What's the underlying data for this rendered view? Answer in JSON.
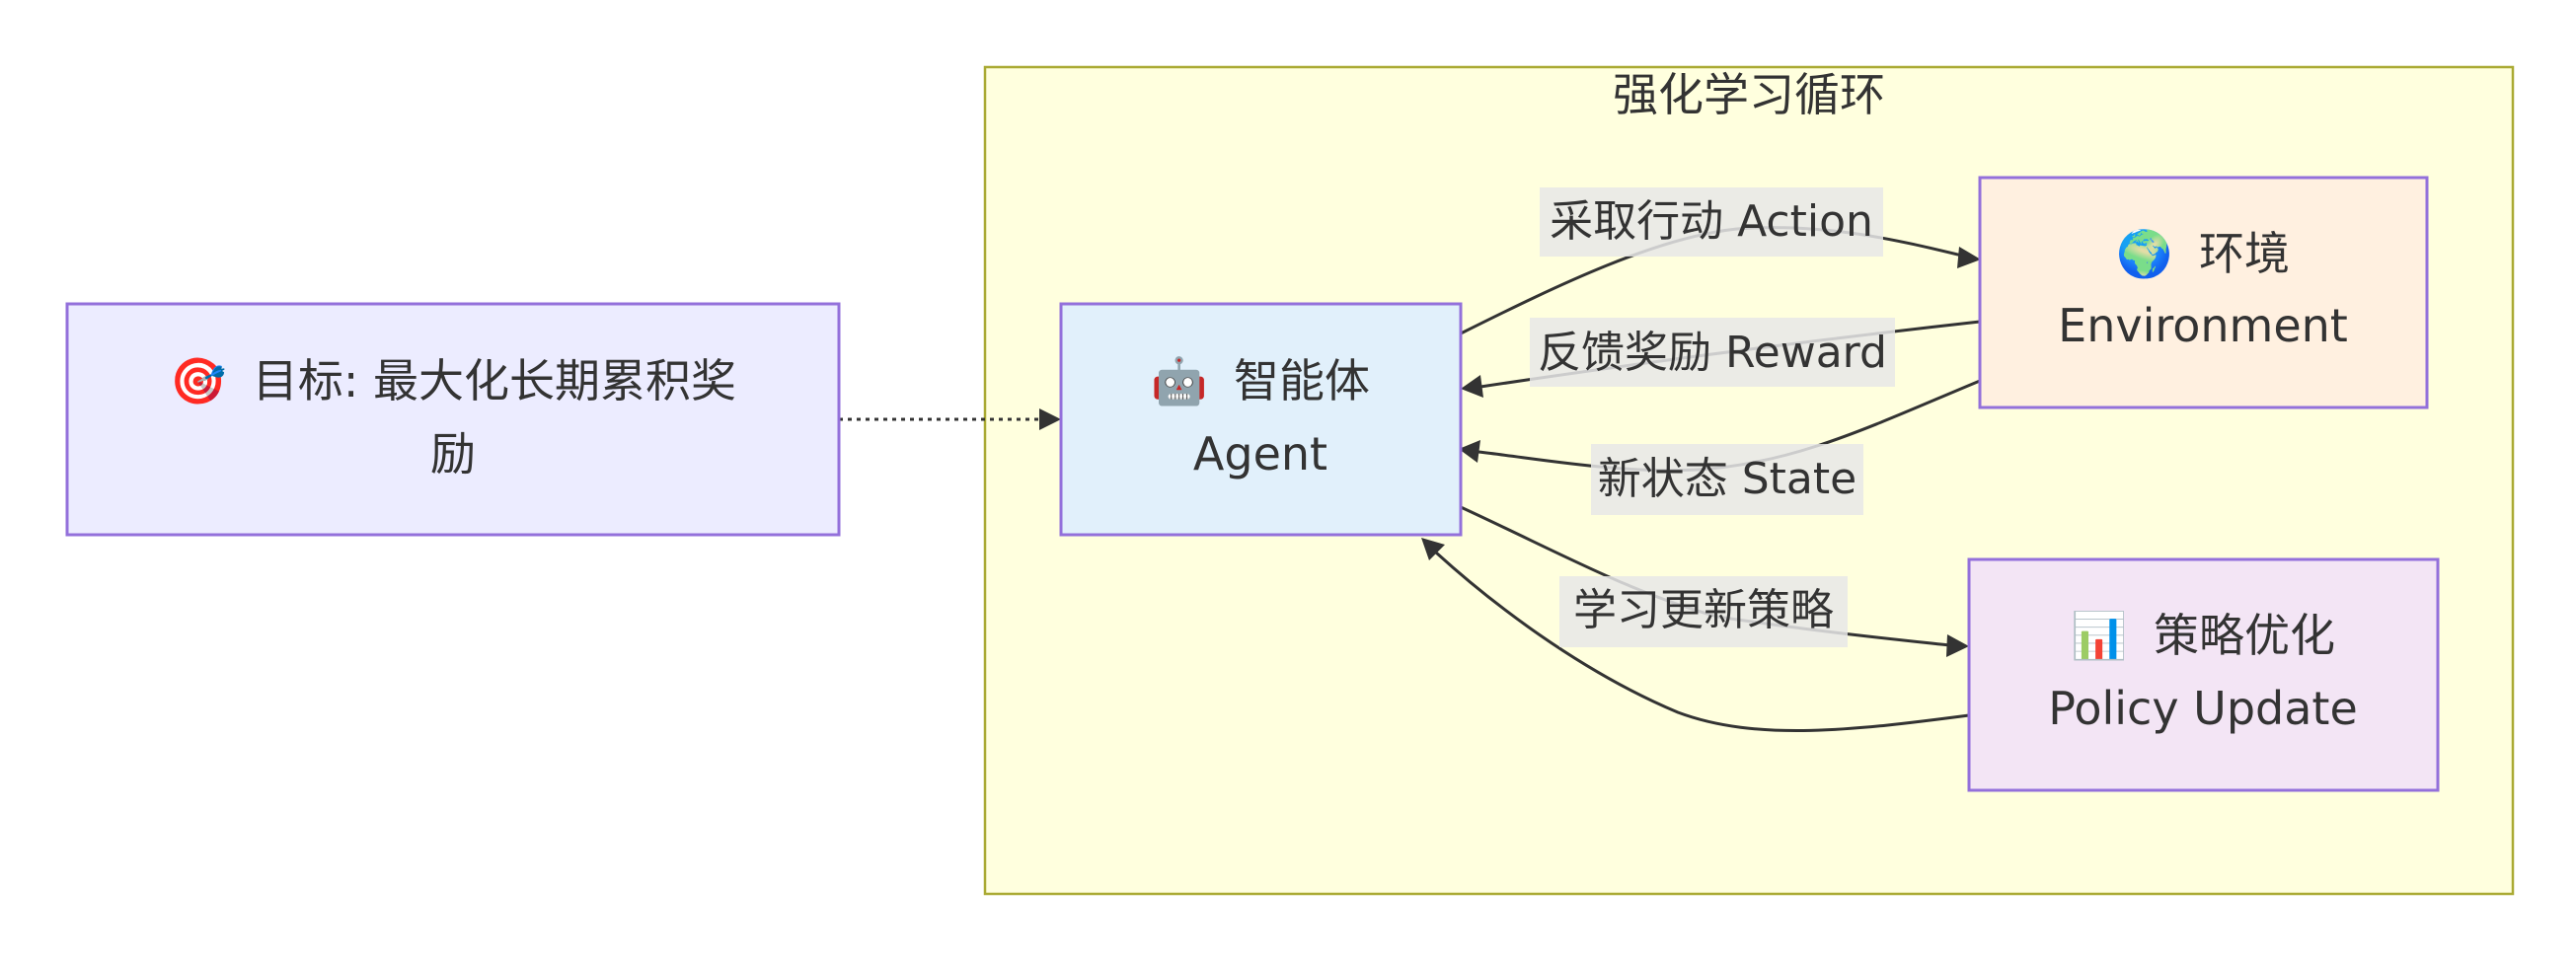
{
  "subgraph": {
    "title": "强化学习循环"
  },
  "nodes": {
    "goal": {
      "icon": "target-icon",
      "emoji": "🎯",
      "line1": "目标: 最大化长期累积奖",
      "line2": "励"
    },
    "agent": {
      "icon": "robot-icon",
      "emoji": "🤖",
      "line1": "智能体",
      "line2": "Agent"
    },
    "environment": {
      "icon": "globe-icon",
      "emoji": "🌍",
      "line1": "环境",
      "line2": "Environment"
    },
    "policy": {
      "icon": "bar-chart-icon",
      "emoji": "📊",
      "line1": "策略优化",
      "line2": "Policy Update"
    }
  },
  "edges": {
    "action": "采取行动 Action",
    "reward": "反馈奖励 Reward",
    "state": "新状态 State",
    "learn": "学习更新策略"
  },
  "colors": {
    "subgraph_fill": "#ffffde",
    "subgraph_stroke": "#aaaa33",
    "node_stroke": "#9370db",
    "goal_fill": "#ececff",
    "agent_fill": "#e1f0fb",
    "environment_fill": "#fff0e0",
    "policy_fill": "#f3e5f5",
    "edge": "#333333",
    "edge_label_bg": "#e8e8e8"
  }
}
